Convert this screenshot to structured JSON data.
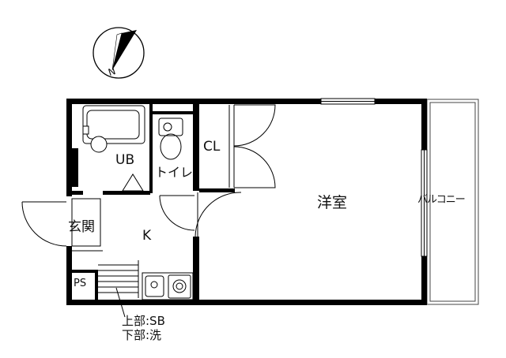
{
  "compass": {
    "north_label": "N"
  },
  "rooms": {
    "unit_bath": "UB",
    "toilet": "トイレ",
    "closet": "CL",
    "western_room": "洋室",
    "balcony": "バルコニー",
    "entrance": "玄関",
    "kitchen": "K",
    "pipe_space": "PS"
  },
  "notes": {
    "upper": "上部:SB",
    "lower": "下部:洗"
  }
}
